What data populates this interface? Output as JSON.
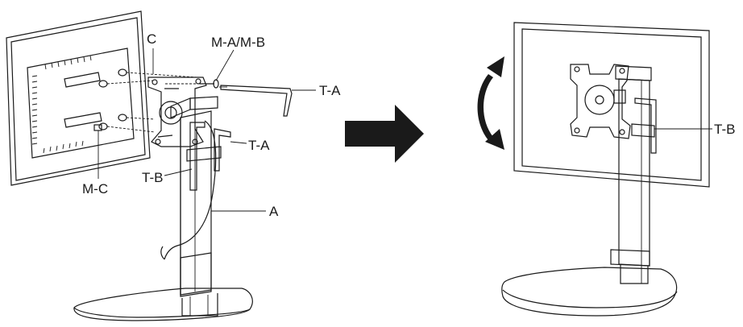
{
  "labels": {
    "c": "C",
    "ma_mb": "M-A/M-B",
    "ta_top": "T-A",
    "ta_mid": "T-A",
    "tb_left": "T-B",
    "mc": "M-C",
    "a": "A",
    "tb_right": "T-B"
  },
  "icons": {
    "arrow": "right-arrow-icon",
    "rotate": "rotate-arrow-icon"
  },
  "colors": {
    "ink": "#1a1a1a",
    "monitor_fill": "#d9d9d9"
  }
}
